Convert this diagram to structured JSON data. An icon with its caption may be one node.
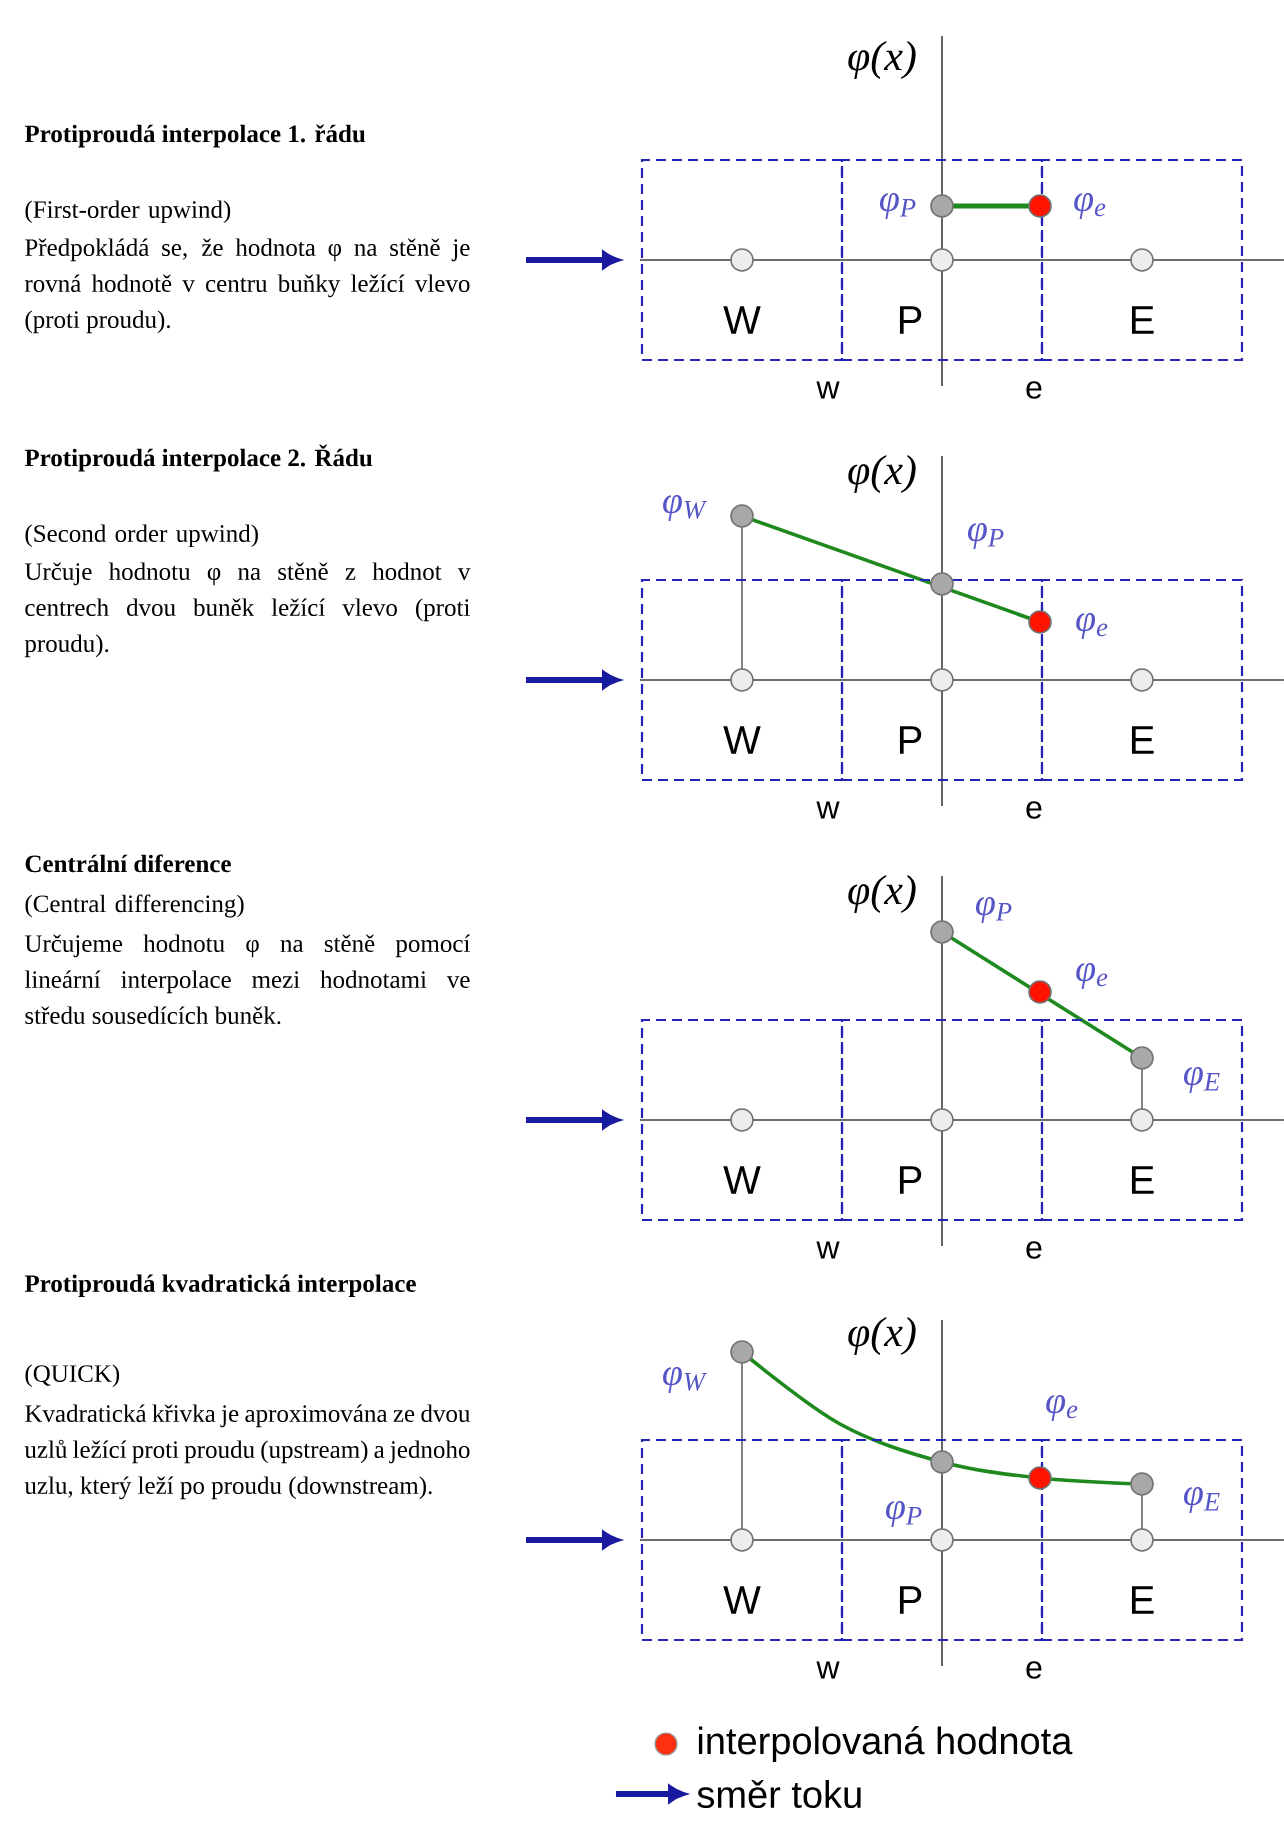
{
  "diagram": {
    "nodes": [
      {
        "text": [
          "W"
        ]
      },
      {
        "text": [
          "P"
        ]
      },
      {
        "text": [
          "E"
        ]
      },
      {
        "text": [
          "W"
        ]
      },
      {
        "text": [
          "P"
        ]
      },
      {
        "text": [
          "E"
        ]
      },
      {
        "text": [
          "W"
        ]
      },
      {
        "text": [
          "P"
        ]
      },
      {
        "text": [
          "E"
        ]
      },
      {
        "text": [
          "W"
        ]
      },
      {
        "text": [
          "P"
        ]
      },
      {
        "text": [
          "E"
        ]
      }
    ],
    "labels": [
      "Protiproudá interpolace 1. řádu",
      "(First-order upwind)",
      "Předpokládá se, že hodnota φ na stěně je rovná hodnotě v centru buňky ležící vlevo (proti proudu).",
      "φ(x)",
      "φ$_{P}$",
      "φ$_{e}$",
      "w",
      "e",
      "Protiproudá interpolace 2. Řádu",
      "(Second order upwind)",
      "Určuje hodnotu φ na stěně z hodnot v centrech dvou buněk ležící vlevo (proti proudu).",
      "φ(x)",
      "φ$_{W}$",
      "φ$_{P}$",
      "φ$_{e}$",
      "w",
      "e",
      "Centrální diference",
      "(Central differencing)",
      "Určujeme hodnotu φ na stěně pomocí lineární interpolace mezi hodnotami ve středu sousedících buněk.",
      "φ(x)",
      "φ$_{P}$",
      "φ$_{e}$",
      "φ$_{E}$",
      "w",
      "e",
      "Protiproudá kvadratická interpolace",
      "(QUICK)",
      "Kvadratická křivka je aproximována ze dvou uzlů ležící proti proudu (upstream) a jednoho uzlu, který leží po proudu (downstream).",
      "φ(x)",
      "φ$_{W}$",
      "φ$_{P}$",
      "φ$_{e}$",
      "φ$_{E}$",
      "w",
      "e"
    ],
    "legend": [
      {
        "text": "interpolovaná hodnota",
        "color": "#ff3010"
      },
      {
        "text": "směr toku"
      }
    ]
  }
}
